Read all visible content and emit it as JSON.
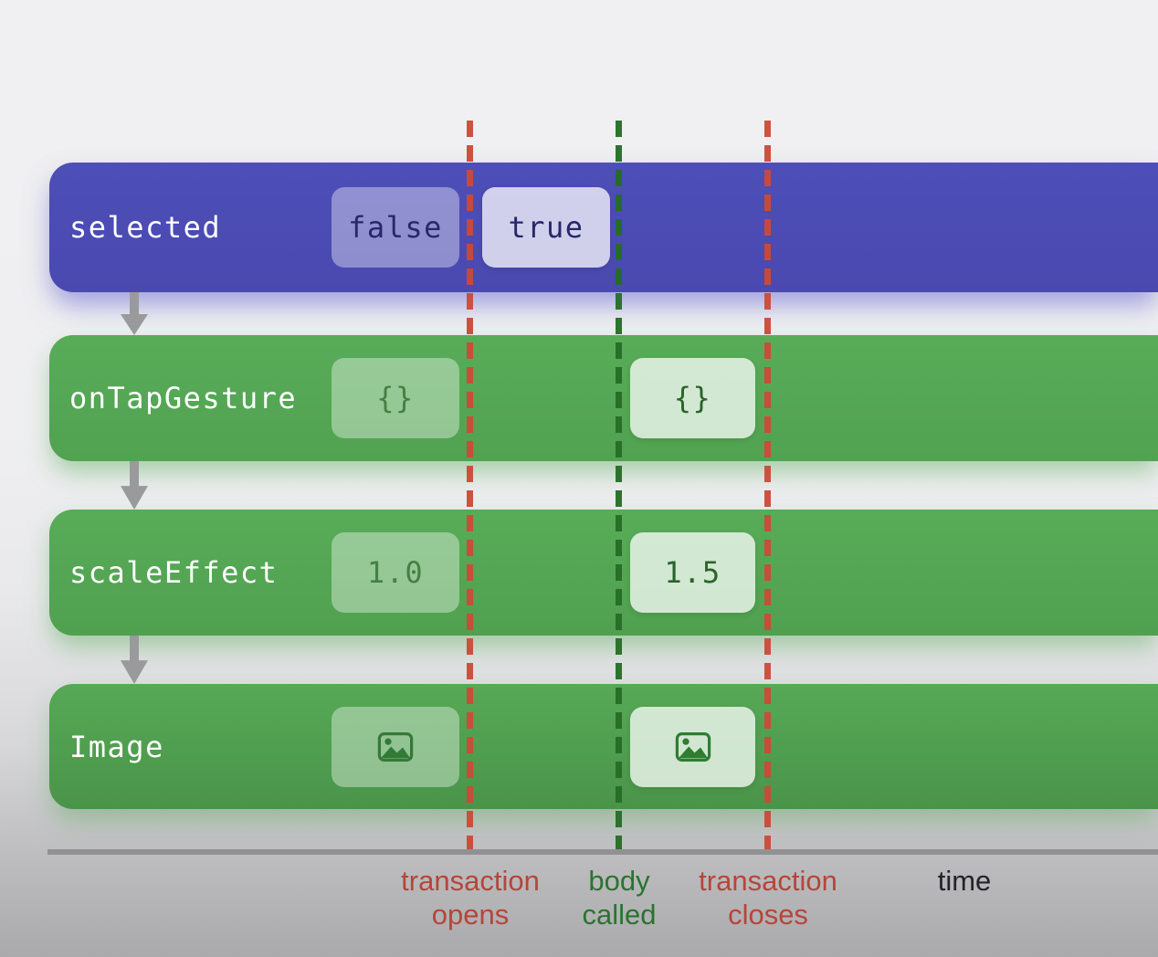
{
  "rows": [
    {
      "label": "selected",
      "kind": "state-bar",
      "chip1": "false",
      "chip2": "true"
    },
    {
      "label": "onTapGesture",
      "kind": "modifier-bar",
      "chip1": "{}",
      "chip2": "{}"
    },
    {
      "label": "scaleEffect",
      "kind": "modifier-bar",
      "chip1": "1.0",
      "chip2": "1.5"
    },
    {
      "label": "Image",
      "kind": "view-bar",
      "chip1_icon": "photo-icon",
      "chip2_icon": "photo-icon"
    }
  ],
  "axis": {
    "markers": [
      {
        "line1": "transaction",
        "line2": "opens",
        "color": "#b6453a"
      },
      {
        "line1": "body",
        "line2": "called",
        "color": "#2b7330"
      },
      {
        "line1": "transaction",
        "line2": "closes",
        "color": "#b6453a"
      }
    ],
    "time_label": "time"
  },
  "colors": {
    "state_bar": "#4b4bb4",
    "green_bar": "#56a956",
    "transaction_line": "#cd4937",
    "body_line": "#266c26",
    "timeline": "#919194",
    "arrow": "#9a9a9c",
    "state_chip_text": "#27276b",
    "green_chip_text": "#2a642a",
    "photo_icon": "#2e7d32"
  }
}
